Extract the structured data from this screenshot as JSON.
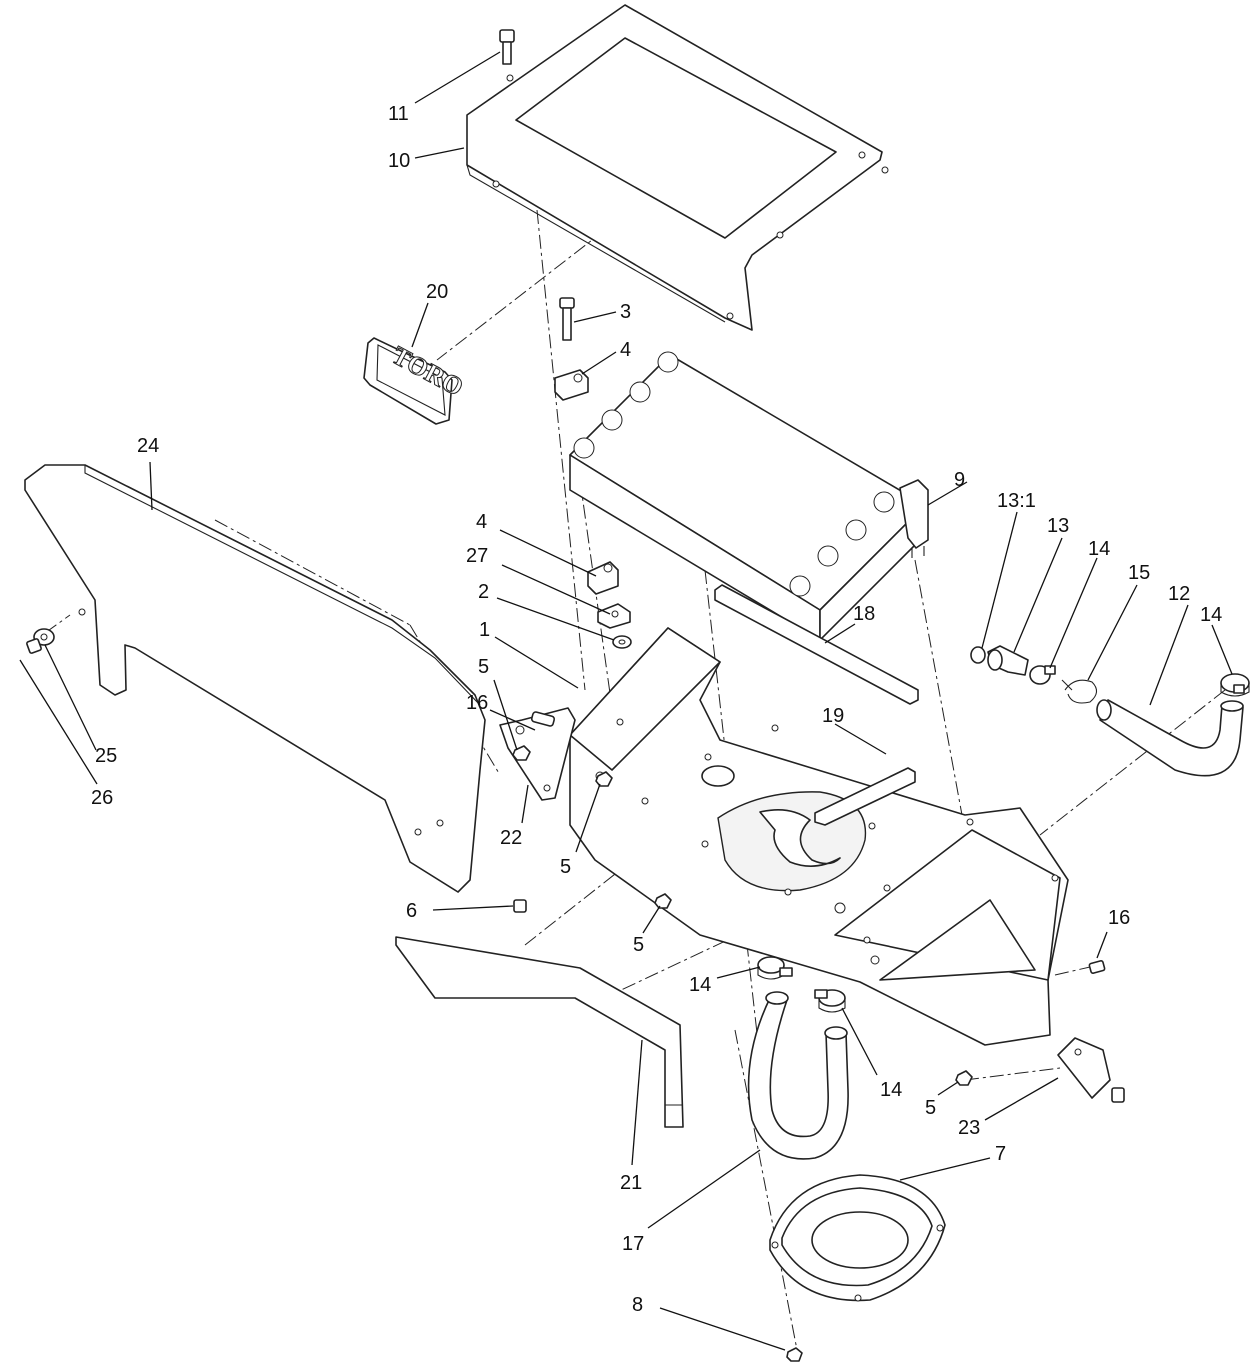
{
  "diagram": {
    "brand_logo_text": "TORO",
    "callouts": {
      "c1": "1",
      "c2": "2",
      "c3": "3",
      "c4a": "4",
      "c4b": "4",
      "c5a": "5",
      "c5b": "5",
      "c5c": "5",
      "c5d": "5",
      "c6": "6",
      "c7": "7",
      "c8": "8",
      "c9": "9",
      "c10": "10",
      "c11": "11",
      "c12": "12",
      "c13": "13",
      "c13_1": "13:1",
      "c14a": "14",
      "c14b": "14",
      "c14c": "14",
      "c14d": "14",
      "c15": "15",
      "c16a": "16",
      "c16b": "16",
      "c17": "17",
      "c18": "18",
      "c19": "19",
      "c20": "20",
      "c21": "21",
      "c22": "22",
      "c23": "23",
      "c24": "24",
      "c25": "25",
      "c26": "26",
      "c27": "27"
    }
  }
}
